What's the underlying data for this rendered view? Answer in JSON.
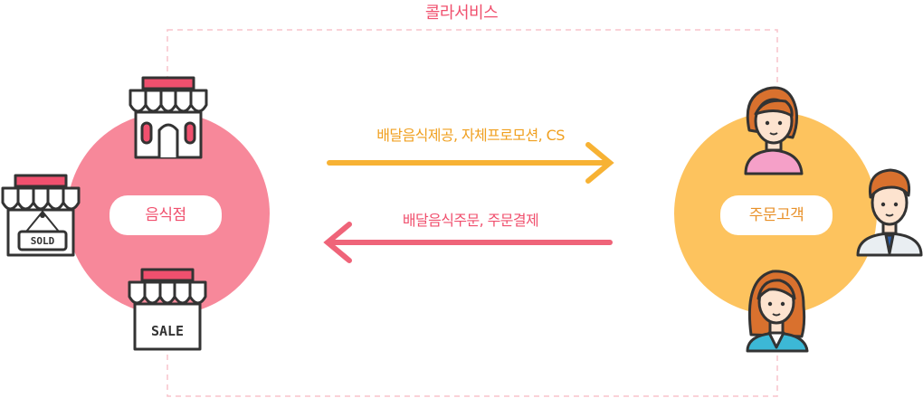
{
  "diagram": {
    "title": "콜라서비스",
    "left_node": {
      "label": "음식점"
    },
    "right_node": {
      "label": "주문고객"
    },
    "flows": [
      {
        "label": "배달음식제공, 자체프로모션, CS",
        "direction": "to-right"
      },
      {
        "label": "배달음식주문, 주문결제",
        "direction": "to-left"
      }
    ],
    "signs": {
      "sold": "SOLD",
      "sale": "SALE"
    },
    "colors": {
      "accent_pink": "#f0506e",
      "left_circle": "#f7889a",
      "right_circle": "#fdc35e",
      "arrow_top": "#f7b234",
      "arrow_bottom": "#ef6479",
      "dashed_box": "#f8c3cb"
    },
    "icons": [
      "shop-icon",
      "sold-shop-icon",
      "sale-shop-icon",
      "woman-icon",
      "man-icon",
      "woman-2-icon"
    ]
  }
}
